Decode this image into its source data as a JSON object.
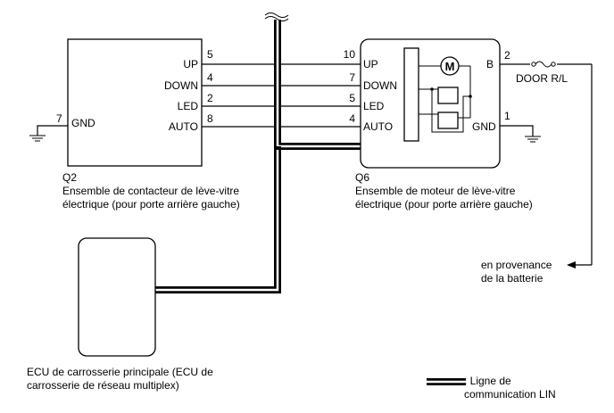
{
  "switch_assembly": {
    "code": "Q2",
    "description_line1": "Ensemble de contacteur de lève-vitre",
    "description_line2": "électrique (pour porte arrière gauche)",
    "pins": [
      {
        "label": "UP",
        "number": "5"
      },
      {
        "label": "DOWN",
        "number": "4"
      },
      {
        "label": "LED",
        "number": "2"
      },
      {
        "label": "AUTO",
        "number": "8"
      }
    ],
    "gnd_label": "GND",
    "gnd_number": "7"
  },
  "motor_assembly": {
    "code": "Q6",
    "description_line1": "Ensemble de moteur de lève-vitre",
    "description_line2": "électrique (pour porte arrière gauche)",
    "pins": [
      {
        "label": "UP",
        "number": "10"
      },
      {
        "label": "DOWN",
        "number": "7"
      },
      {
        "label": "LED",
        "number": "5"
      },
      {
        "label": "AUTO",
        "number": "4"
      }
    ],
    "motor_symbol": "M",
    "b_label": "B",
    "b_number": "2",
    "gnd_label": "GND",
    "gnd_number": "1"
  },
  "fuse": {
    "label": "DOOR R/L"
  },
  "battery": {
    "line1": "en provenance",
    "line2": "de la batterie"
  },
  "ecu": {
    "line1": "ECU de carrosserie principale (ECU de",
    "line2": "carrosserie de réseau multiplex)"
  },
  "legend": {
    "line1": ": Ligne de",
    "line2": "communication LIN"
  }
}
